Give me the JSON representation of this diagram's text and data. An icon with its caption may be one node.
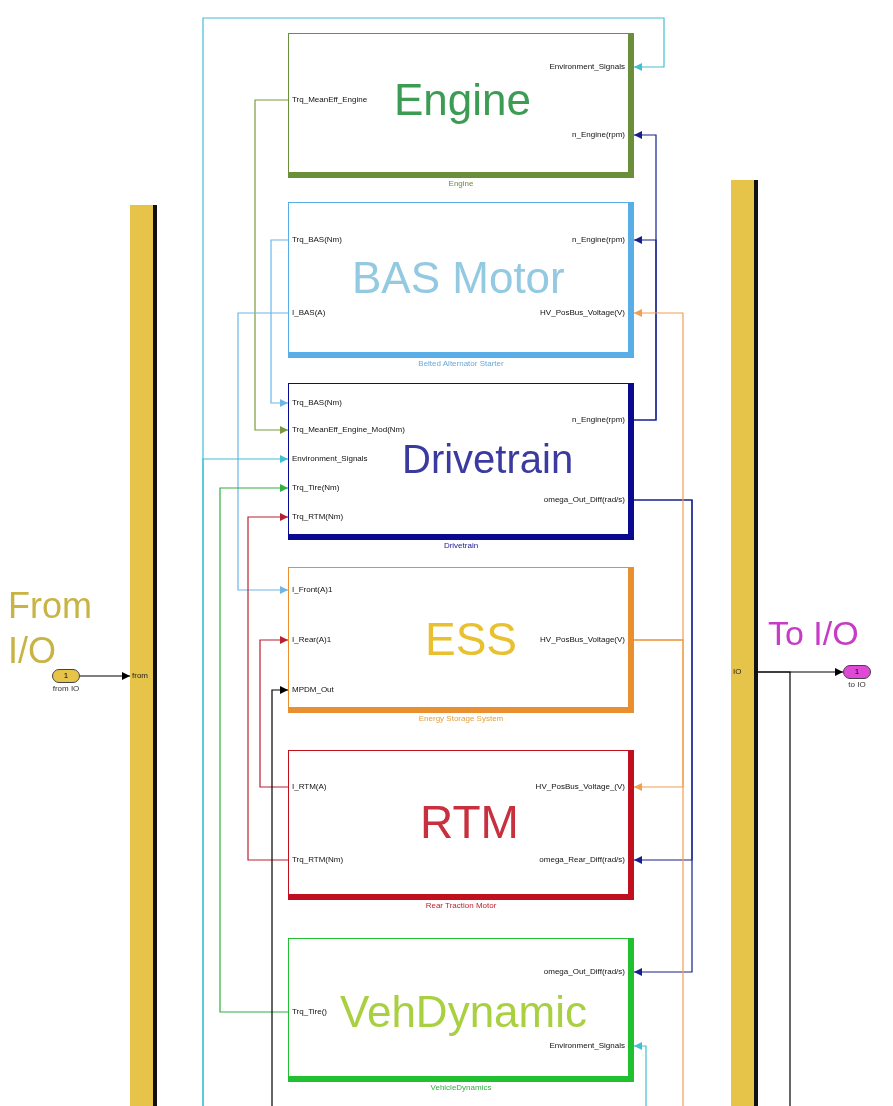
{
  "diagram": {
    "nodes": [
      {
        "text": [
          "Engine",
          "Environment_Signals",
          "Trq_MeanEff_Engine",
          "n_Engine(rpm)"
        ],
        "beside": [
          "Engine"
        ]
      },
      {
        "text": [
          "BAS Motor",
          "Trq_BAS(Nm)",
          "n_Engine(rpm)",
          "I_BAS(A)",
          "HV_PosBus_Voltage(V)"
        ],
        "beside": [
          "Belted Alternator Starter"
        ]
      },
      {
        "text": [
          "Drivetrain",
          "Trq_BAS(Nm)",
          "Trq_MeanEff_Engine_Mod(Nm)",
          "Environment_Signals",
          "Trq_Tire(Nm)",
          "Trq_RTM(Nm)",
          "n_Engine(rpm)",
          "omega_Out_Diff(rad/s)"
        ],
        "beside": [
          "Drivetrain"
        ]
      },
      {
        "text": [
          "ESS",
          "I_Front(A)1",
          "I_Rear(A)1",
          "MPDM_Out",
          "HV_PosBus_Voltage(V)"
        ],
        "beside": [
          "Energy Storage System"
        ]
      },
      {
        "text": [
          "RTM",
          "I_RTM(A)",
          "Trq_RTM(Nm)",
          "HV_PosBus_Voltage_(V)",
          "omega_Rear_Diff(rad/s)"
        ],
        "beside": [
          "Rear Traction Motor"
        ]
      },
      {
        "text": [
          "VehDynamic",
          "omega_Out_Diff(rad/s)",
          "Trq_Tire()",
          "Environment_Signals"
        ],
        "beside": [
          "VehicleDynamics"
        ]
      },
      {
        "text": [
          "from"
        ]
      },
      {
        "text": [
          "IO"
        ]
      },
      {
        "text": [
          "1"
        ],
        "beside": [
          "from IO"
        ]
      },
      {
        "text": [
          "1"
        ],
        "beside": [
          "to IO"
        ]
      }
    ],
    "edges": [
      {
        "from": 0,
        "to": 2,
        "arrow": "to",
        "color": "#7a9a40"
      },
      {
        "from": 1,
        "to": 2,
        "arrow": "to",
        "color": "#6fb6e6"
      },
      {
        "from": 1,
        "to": 3,
        "arrow": "to",
        "color": "#6fb6e6"
      },
      {
        "from": 2,
        "to": 0,
        "arrow": "to",
        "color": "#14208c"
      },
      {
        "from": 2,
        "to": 1,
        "arrow": "to",
        "color": "#14208c"
      },
      {
        "from": 2,
        "to": 4,
        "arrow": "to",
        "color": "#14208c"
      },
      {
        "from": 2,
        "to": 5,
        "arrow": "to",
        "color": "#14208c"
      },
      {
        "from": 3,
        "to": 1,
        "arrow": "to",
        "color": "#f0a050"
      },
      {
        "from": 3,
        "to": 4,
        "arrow": "to",
        "color": "#f0a050"
      },
      {
        "from": 3,
        "to": null,
        "arrow": "none",
        "color": "#f0a050"
      },
      {
        "from": 4,
        "to": 3,
        "arrow": "to",
        "color": "#b82030"
      },
      {
        "from": 4,
        "to": 2,
        "arrow": "to",
        "color": "#b82030"
      },
      {
        "from": 5,
        "to": 2,
        "arrow": "to",
        "color": "#30b040"
      },
      {
        "from": null,
        "to": 0,
        "arrow": "to",
        "color": "#40c0d0"
      },
      {
        "from": null,
        "to": 2,
        "arrow": "to",
        "color": "#40c0d0"
      },
      {
        "from": null,
        "to": 5,
        "arrow": "to",
        "color": "#40c0d0"
      },
      {
        "from": null,
        "to": 3,
        "arrow": "to",
        "color": "#000000"
      },
      {
        "from": 8,
        "to": 6,
        "arrow": "to",
        "color": "#000000"
      },
      {
        "from": 7,
        "to": 9,
        "arrow": "to",
        "color": "#000000"
      },
      {
        "from": 7,
        "to": null,
        "arrow": "none",
        "color": "#000000"
      }
    ],
    "labels": [
      "From I/O",
      "To I/O"
    ]
  }
}
